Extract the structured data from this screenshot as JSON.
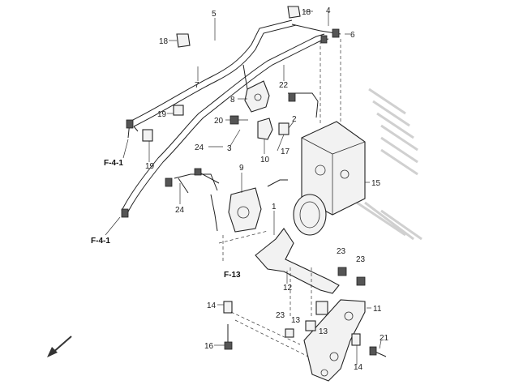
{
  "diagram": {
    "callouts": [
      "5",
      "18",
      "4",
      "6",
      "18",
      "7",
      "22",
      "8",
      "19",
      "20",
      "2",
      "24",
      "3",
      "10",
      "17",
      "19",
      "9",
      "15",
      "24",
      "1",
      "23",
      "23",
      "12",
      "11",
      "14",
      "23",
      "13",
      "13",
      "21",
      "16",
      "14"
    ],
    "refs": [
      "F-4-1",
      "F-4-1",
      "F-13"
    ]
  }
}
